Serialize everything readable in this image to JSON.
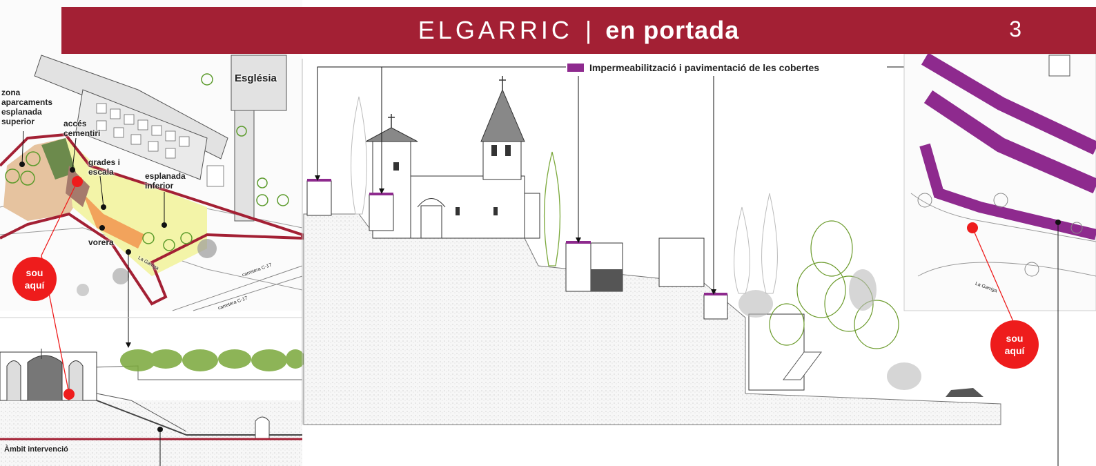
{
  "header": {
    "brand": "ELGARRIC",
    "separator": "|",
    "section": "en portada",
    "page_number": "3"
  },
  "left_plan": {
    "labels": {
      "zona": "zona\naparcaments\nesplanada\nsuperior",
      "acces": "accés\ncementiri",
      "grades": "grades i\nescala",
      "esplanada": "esplanada\ninferior",
      "vorera": "vorera",
      "esglesia": "Església",
      "road_a": "La Garriga",
      "road_b": "carretera C-17",
      "road_c": "carretera C-17"
    },
    "you_are_here": "sou\naquí"
  },
  "left_section": {
    "scope_label": "Àmbit intervenció"
  },
  "center_section": {
    "legend_label": "Impermeabilització i pavimentació de les cobertes",
    "legend_color": "#8e2a8e"
  },
  "right_plan": {
    "you_are_here": "sou\naquí",
    "road_label": "La Garriga"
  },
  "colors": {
    "header_bg": "#a32034",
    "marker": "#ee1c1c",
    "scope_line": "#a32034",
    "roof_purple": "#8e2a8e",
    "tree_green": "#6a9a2a"
  }
}
